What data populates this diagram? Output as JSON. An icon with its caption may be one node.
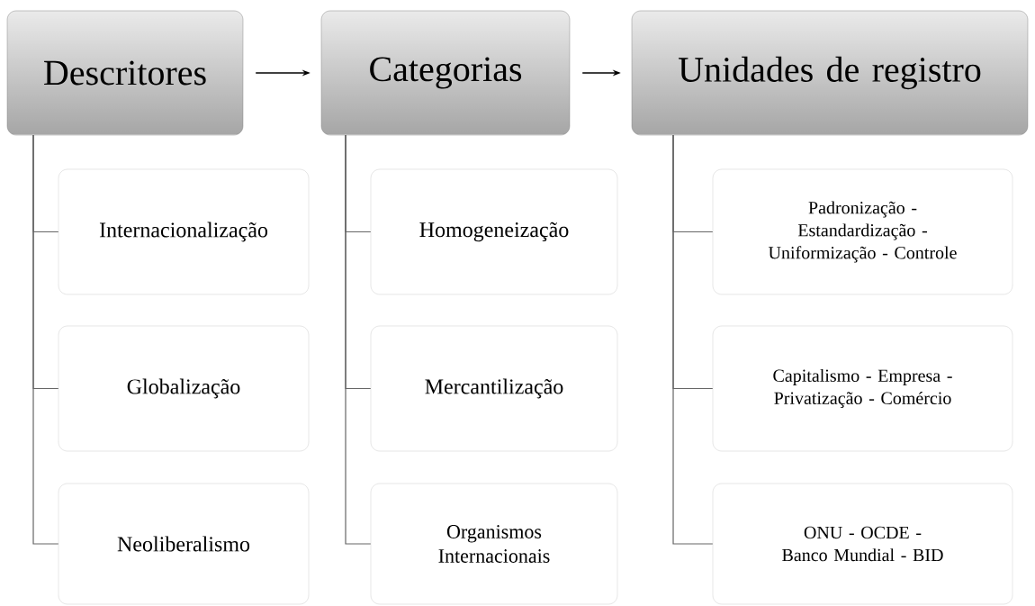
{
  "diagram": {
    "nodes": [
      {
        "text": [
          "Descritores"
        ]
      },
      {
        "text": [
          "Internacionalização"
        ]
      },
      {
        "text": [
          "Globalização"
        ]
      },
      {
        "text": [
          "Neoliberalismo"
        ]
      },
      {
        "text": [
          "Categorias"
        ]
      },
      {
        "text": [
          "Homogeneização"
        ]
      },
      {
        "text": [
          "Mercantilização"
        ]
      },
      {
        "text": [
          "Organismos Internacionais"
        ]
      },
      {
        "text": [
          "Unidades de registro"
        ]
      },
      {
        "text": [
          "Padronização - Estandardização - Uniformização - Controle"
        ]
      },
      {
        "text": [
          "Capitalismo - Empresa - Privatização - Comércio"
        ]
      },
      {
        "text": [
          "ONU - OCDE - Banco Mundial - BID"
        ]
      }
    ],
    "edges": [
      {
        "from": 0,
        "to": 4,
        "arrow": "to",
        "color": "#000000"
      },
      {
        "from": 4,
        "to": 8,
        "arrow": "to",
        "color": "#000000"
      },
      {
        "from": 0,
        "to": 1,
        "arrow": "none"
      },
      {
        "from": 0,
        "to": 2,
        "arrow": "none"
      },
      {
        "from": 0,
        "to": 3,
        "arrow": "none"
      },
      {
        "from": 4,
        "to": 5,
        "arrow": "none"
      },
      {
        "from": 4,
        "to": 6,
        "arrow": "none"
      },
      {
        "from": 4,
        "to": 7,
        "arrow": "none"
      },
      {
        "from": 8,
        "to": 9,
        "arrow": "none"
      },
      {
        "from": 8,
        "to": 10,
        "arrow": "none"
      },
      {
        "from": 8,
        "to": 11,
        "arrow": "none"
      }
    ]
  }
}
